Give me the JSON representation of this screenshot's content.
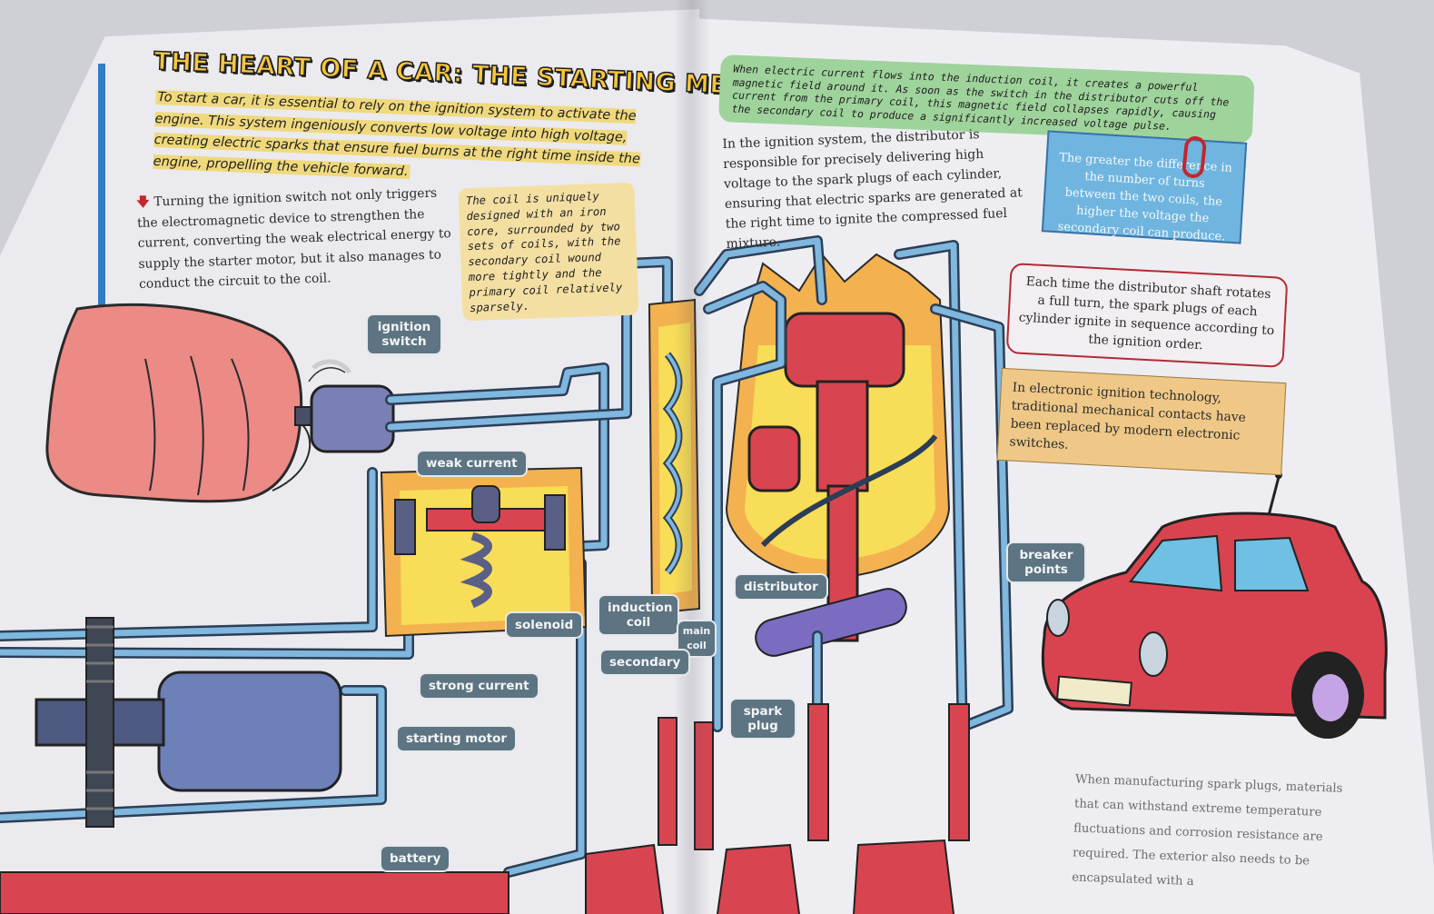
{
  "title": "THE HEART OF A CAR: THE STARTING MECHANISM",
  "intro": "To start a car, it is essential to rely on the ignition system to activate the engine. This system ingeniously converts low voltage into high voltage, creating electric sparks that ensure fuel burns at the right time inside the engine, propelling the vehicle forward.",
  "left_text": "Turning the ignition switch not only triggers the electromagnetic device to strengthen the current, converting the weak electrical energy to supply the starter motor, but it also manages to conduct the circuit to the coil.",
  "coil_note": "The coil is uniquely designed with an iron core, surrounded by two sets of coils, with the secondary coil wound more tightly and the primary coil relatively sparsely.",
  "green_note": "When electric current flows into the induction coil, it creates a powerful magnetic field around it. As soon as the switch in the distributor cuts off the current from the primary coil, this magnetic field collapses rapidly, causing the secondary coil to produce a significantly increased voltage pulse.",
  "distributor_text": "In the ignition system, the distributor is responsible for precisely delivering high voltage to the spark plugs of each cylinder, ensuring that electric sparks are generated at the right time to ignite the compressed fuel mixture.",
  "blue_note": "The greater the difference in the number of turns between the two coils, the higher the voltage the secondary coil can produce.",
  "red_note": "Each time the distributor shaft rotates a full turn, the spark plugs of each cylinder ignite in sequence according to the ignition order.",
  "tan_note": "In electronic ignition technology, traditional mechanical contacts have been replaced by modern electronic switches.",
  "plug_text": "When manufacturing spark plugs, materials that can withstand extreme temperature fluctuations and corrosion resistance are required. The exterior also needs to be encapsulated with a",
  "labels": {
    "ignition_switch": "ignition switch",
    "weak_current": "weak current",
    "solenoid": "solenoid",
    "induction_coil": "induction coil",
    "main_coil": "main coil",
    "secondary": "secondary",
    "distributor": "distributor",
    "breaker_points": "breaker points",
    "spark_plug": "spark plug",
    "strong_current": "strong current",
    "starting_motor": "starting motor",
    "battery": "battery"
  },
  "colors": {
    "pipe": "#7fb7de",
    "pipe_outline": "#2c3e55",
    "red_part": "#d93a45",
    "yellow_glow": "#f6cf3e",
    "label_bg": "#5d7482"
  }
}
